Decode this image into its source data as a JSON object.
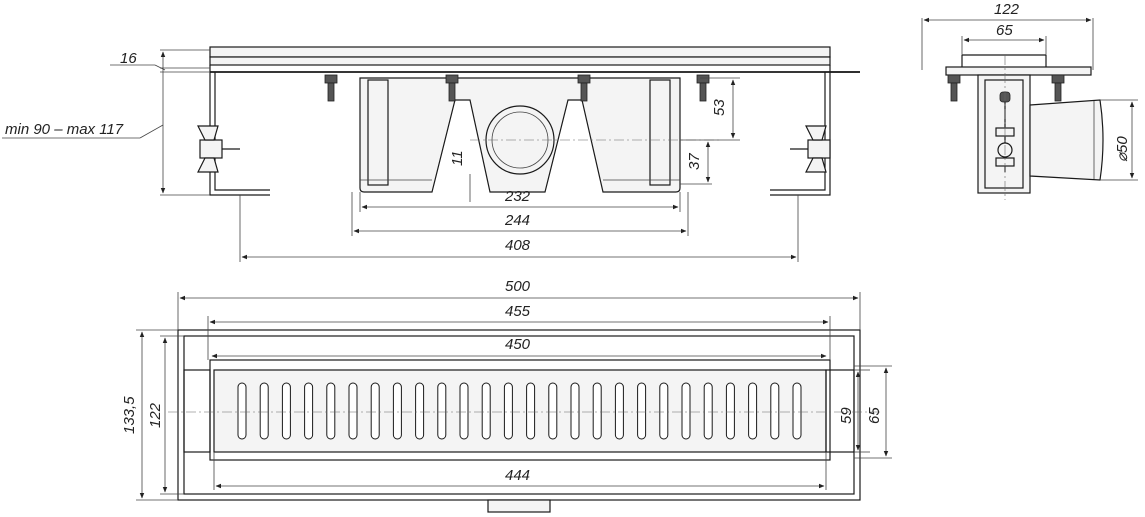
{
  "dimensions": {
    "front": {
      "flange_thickness": "16",
      "height_range": "min 90 – max 117",
      "inner_width": "232",
      "body_width": "244",
      "support_span": "408",
      "top_offset": "53",
      "outlet_offset": "37",
      "outlet_rise": "11"
    },
    "side": {
      "overall_width": "122",
      "body_width": "65",
      "outlet_diameter": "⌀50"
    },
    "top": {
      "overall_length": "500",
      "frame_length": "455",
      "grate_length": "450",
      "inner_length": "444",
      "overall_width": "133,5",
      "frame_width": "122",
      "grate_width": "59",
      "channel_width": "65"
    }
  },
  "colors": {
    "line": "#1a1a1a",
    "background": "#ffffff"
  }
}
